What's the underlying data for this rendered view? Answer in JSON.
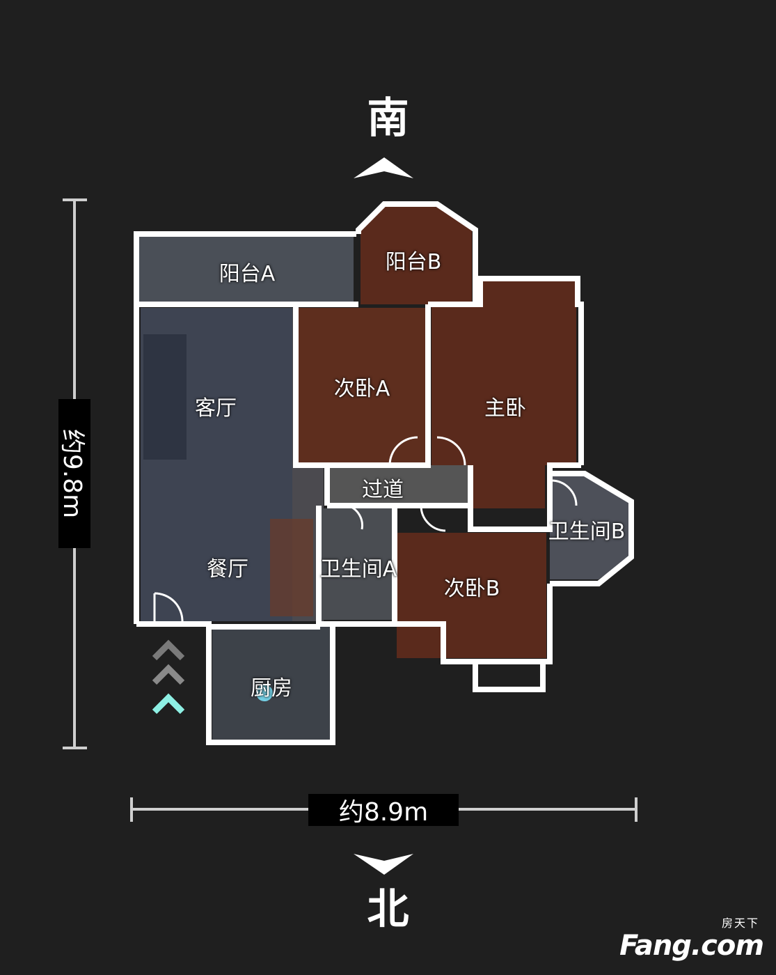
{
  "compass": {
    "top": "南",
    "bottom": "北"
  },
  "dimensions": {
    "height_label": "约9.8m",
    "width_label": "约8.9m"
  },
  "rooms": {
    "balcony_a": "阳台A",
    "balcony_b": "阳台B",
    "living_room": "客厅",
    "bedroom_a": "次卧A",
    "master_bedroom": "主卧",
    "corridor": "过道",
    "bathroom_b": "卫生间B",
    "dining_room": "餐厅",
    "bathroom_a": "卫生间A",
    "bedroom_b": "次卧B",
    "kitchen": "厨房"
  },
  "logo": {
    "cn": "房天下",
    "en": "Fang.com"
  },
  "colors": {
    "background": "#1f1f1f",
    "wall": "#ffffff",
    "floor_wood": "#5a2a1c",
    "floor_tile": "#454a52",
    "entry_arrow": "#8ef0e4"
  }
}
